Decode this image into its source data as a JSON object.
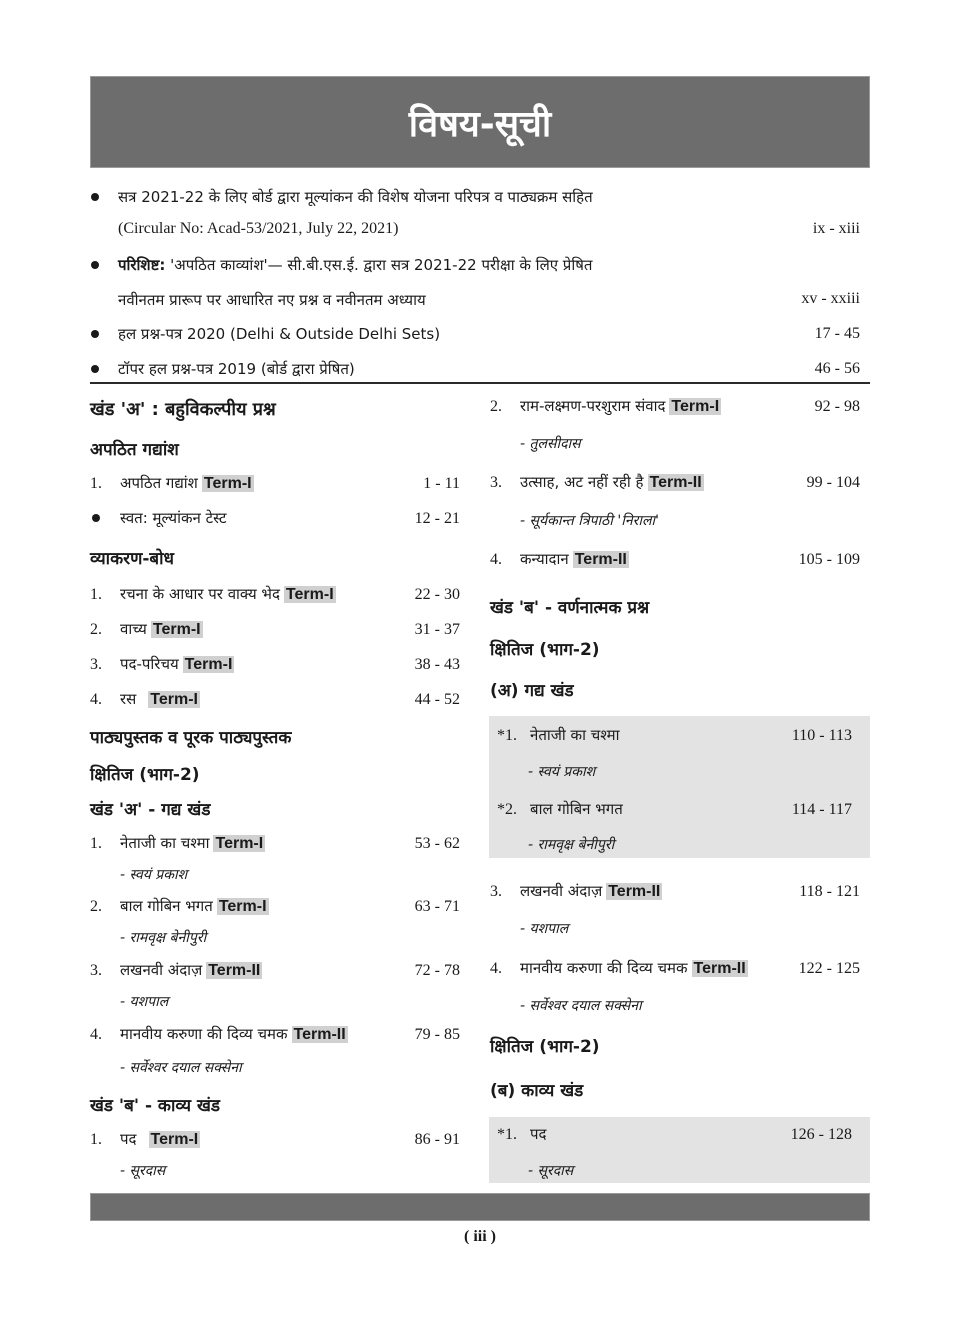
{
  "title": "विषय-सूची",
  "top": {
    "item1_line1": "सत्र 2021-22 के लिए बोर्ड द्वारा मूल्यांकन की विशेष योजना परिपत्र व पाठ्यक्रम सहित",
    "item1_line2": "(Circular No: Acad-53/2021, July 22, 2021)",
    "item1_pages": "ix  -  xiii",
    "item2_label": "परिशिष्ट:",
    "item2_line1": "'अपठित काव्यांश'— सी.बी.एस.ई. द्वारा सत्र 2021-22 परीक्षा के लिए प्रेषित",
    "item2_line2": "नवीनतम प्रारूप पर आधारित नए प्रश्न व नवीनतम अध्याय",
    "item2_pages": "xv  -  xxiii",
    "item3": "हल प्रश्न-पत्र 2020 (Delhi & Outside Delhi Sets)",
    "item3_pages": "17  -  45",
    "item4": "टॉपर हल प्रश्न-पत्र 2019 (बोर्ड द्वारा प्रेषित)",
    "item4_pages": "46  -  56"
  },
  "left": {
    "h_section_a": "खंड 'अ' : बहुविकल्पीय प्रश्न",
    "h_apathit": "अपठित गद्यांश",
    "apathit_1_num": "1.",
    "apathit_1": "अपठित गद्यांश",
    "apathit_1_term": "Term-I",
    "apathit_1_pages": "1  -  11",
    "self_test": "स्वत: मूल्यांकन टेस्ट",
    "self_test_pages": "12  -  21",
    "h_vyakaran": "व्याकरण-बोध",
    "v1_num": "1.",
    "v1": "रचना के आधार पर वाक्य भेद",
    "v1_term": "Term-I",
    "v1_pages": "22  -  30",
    "v2_num": "2.",
    "v2": "वाच्य",
    "v2_term": "Term-I",
    "v2_pages": "31  -  37",
    "v3_num": "3.",
    "v3": "पद-परिचय",
    "v3_term": "Term-I",
    "v3_pages": "38  -  43",
    "v4_num": "4.",
    "v4": "रस",
    "v4_term": "Term-I",
    "v4_pages": "44  -  52",
    "h_pathya": "पाठ्यपुस्तक व पूरक पाठ्यपुस्तक",
    "h_kshitij": "क्षितिज (भाग-2)",
    "h_gadya": "खंड 'अ' - गद्य खंड",
    "g1_num": "1.",
    "g1": "नेताजी का चश्मा",
    "g1_term": "Term-I",
    "g1_pages": "53  -  62",
    "g1_author": "- स्वयं प्रकाश",
    "g2_num": "2.",
    "g2": "बाल गोबिन भगत",
    "g2_term": "Term-I",
    "g2_pages": "63  -  71",
    "g2_author": "- रामवृक्ष बेनीपुरी",
    "g3_num": "3.",
    "g3": "लखनवी अंदाज़",
    "g3_term": "Term-II",
    "g3_pages": "72  -  78",
    "g3_author": "- यशपाल",
    "g4_num": "4.",
    "g4": "मानवीय करुणा की दिव्य चमक",
    "g4_term": "Term-II",
    "g4_pages": "79  -  85",
    "g4_author": "- सर्वेश्वर दयाल सक्सेना",
    "h_kavya": "खंड 'ब' - काव्य खंड",
    "k1_num": "1.",
    "k1": "पद",
    "k1_term": "Term-I",
    "k1_pages": "86  -  91",
    "k1_author": "- सूरदास"
  },
  "right": {
    "r2_num": "2.",
    "r2": "राम-लक्ष्मण-परशुराम संवाद",
    "r2_term": "Term-I",
    "r2_pages": "92  -  98",
    "r2_author": "- तुलसीदास",
    "r3_num": "3.",
    "r3": "उत्साह, अट नहीं रही है",
    "r3_term": "Term-II",
    "r3_pages": "99  -  104",
    "r3_author": "- सूर्यकान्त त्रिपाठी 'निराला'",
    "r4_num": "4.",
    "r4": "कन्यादान",
    "r4_term": "Term-II",
    "r4_pages": "105  -  109",
    "h_section_b": "खंड 'ब' - वर्णनात्मक प्रश्न",
    "h_kshitij1": "क्षितिज (भाग-2)",
    "h_gadya_b": "(अ) गद्य खंड",
    "b1_num": "*1.",
    "b1": "नेताजी का चश्मा",
    "b1_pages": "110 - 113",
    "b1_author": "- स्वयं प्रकाश",
    "b2_num": "*2.",
    "b2": "बाल गोबिन भगत",
    "b2_pages": "114 - 117",
    "b2_author": "- रामवृक्ष बेनीपुरी",
    "b3_num": "3.",
    "b3": "लखनवी अंदाज़",
    "b3_term": "Term-II",
    "b3_pages": "118  -  121",
    "b3_author": "- यशपाल",
    "b4_num": "4.",
    "b4": "मानवीय करुणा की दिव्य चमक",
    "b4_term": "Term-II",
    "b4_pages": "122  -  125",
    "b4_author": "- सर्वेश्वर दयाल सक्सेना",
    "h_kshitij2": "क्षितिज (भाग-2)",
    "h_kavya_b": "(ब) काव्य खंड",
    "c1_num": "*1.",
    "c1": "पद",
    "c1_pages": "126 - 128",
    "c1_author": "- सूरदास"
  },
  "page_number": "( iii )"
}
